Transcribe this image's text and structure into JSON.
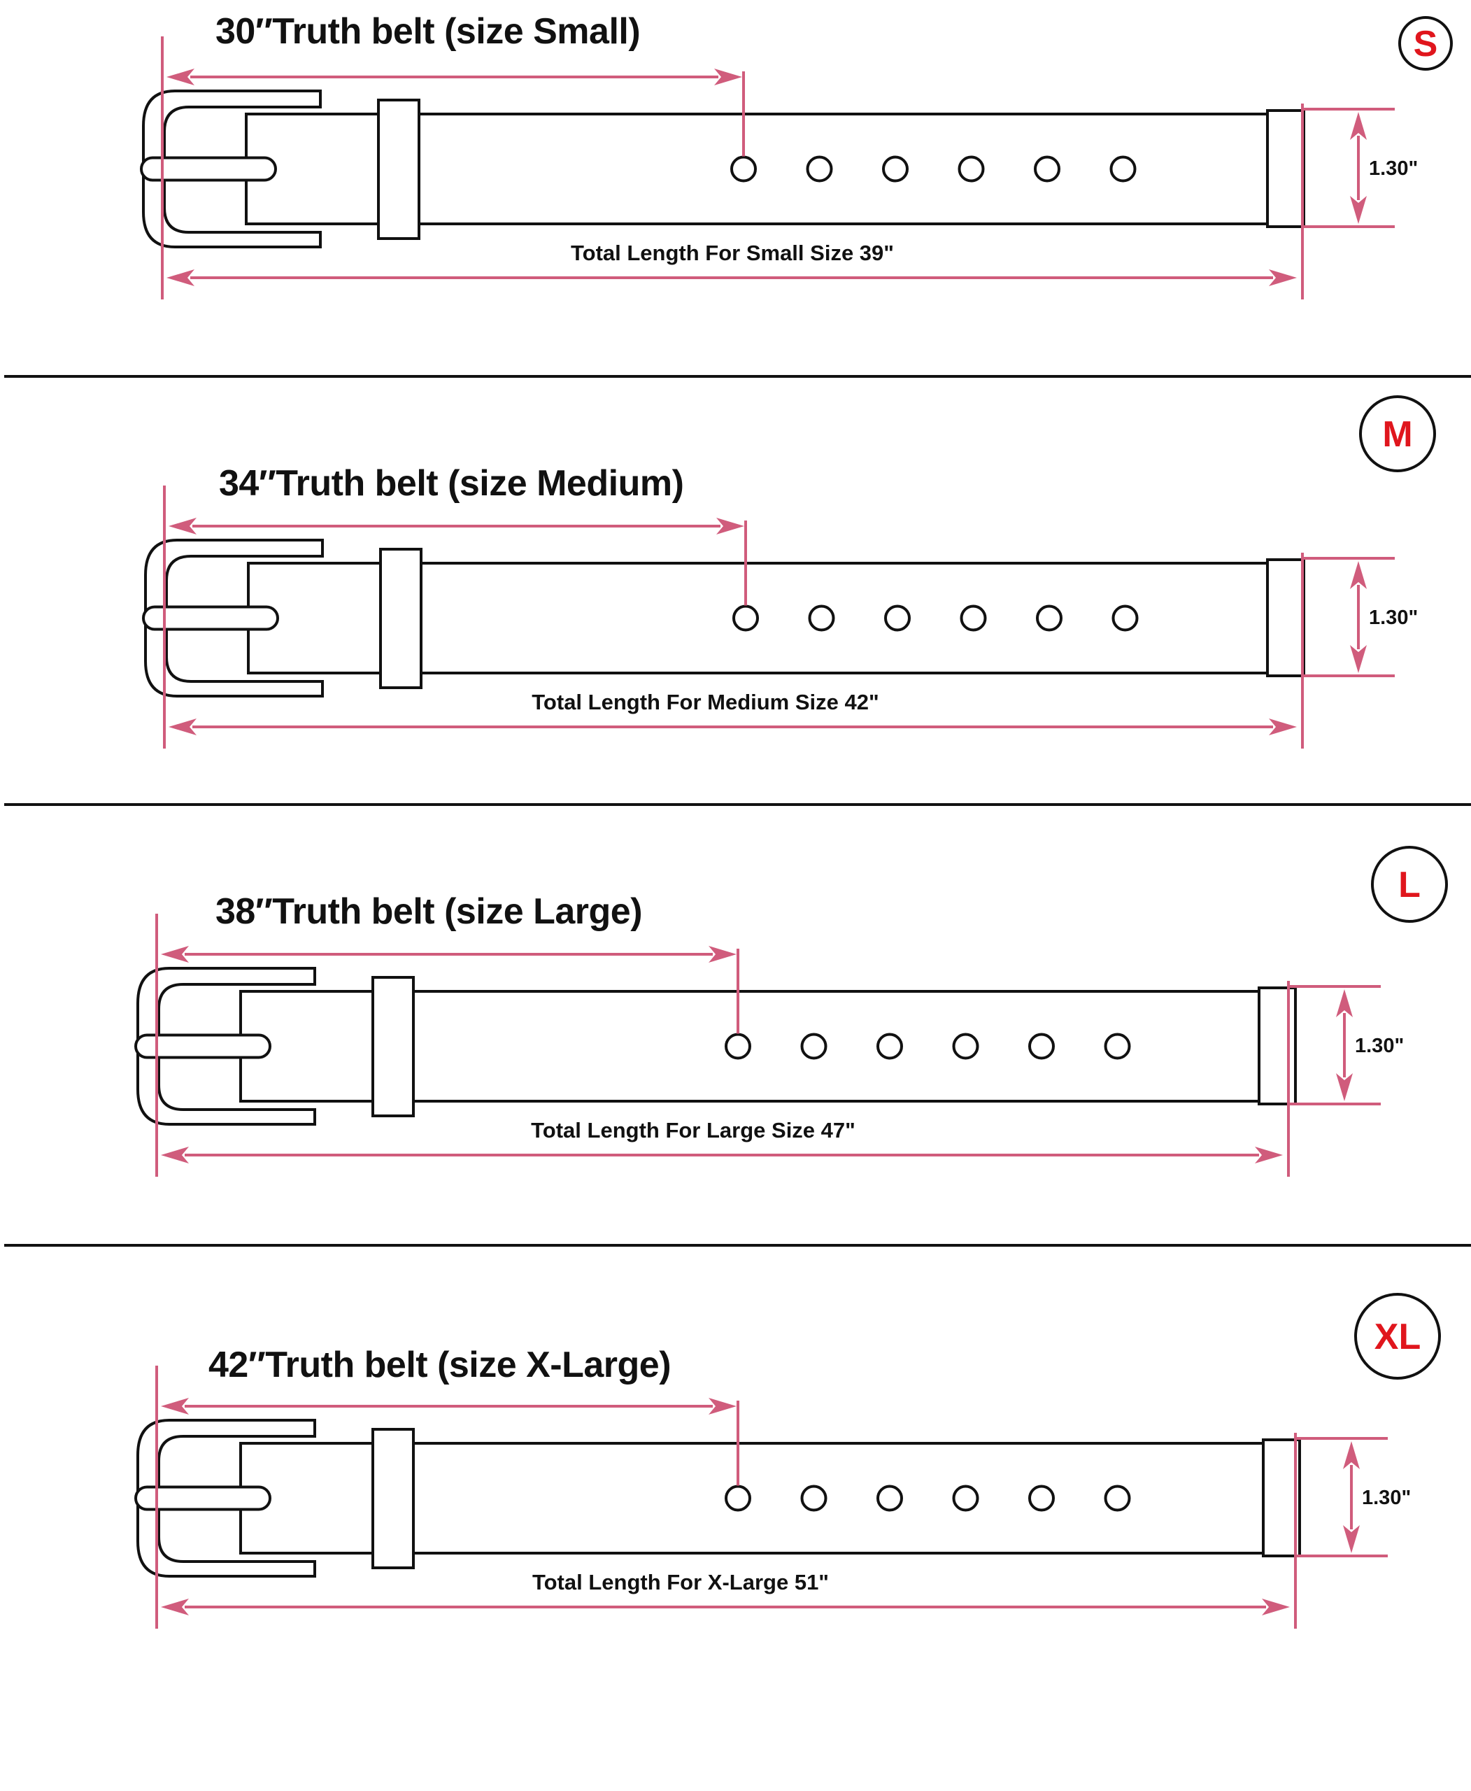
{
  "colors": {
    "line": "#111111",
    "measure": "#d05c7c",
    "badge_letter": "#e0161d",
    "background": "#ffffff"
  },
  "icons": {
    "belt": "belt-outline",
    "arrow": "double-headed-arrow",
    "badge": "size-circle-badge"
  },
  "sections": [
    {
      "id": "small",
      "title": "30″Truth belt (size Small)",
      "badge": "S",
      "total_length": "Total Length For Small Size  39\"",
      "width": "1.30\"",
      "holes": 6
    },
    {
      "id": "medium",
      "title": "34″Truth belt (size Medium)",
      "badge": "M",
      "total_length": "Total Length For Medium Size 42\"",
      "width": "1.30\"",
      "holes": 6
    },
    {
      "id": "large",
      "title": "38″Truth belt (size Large)",
      "badge": "L",
      "total_length": "Total Length For Large Size 47\"",
      "width": "1.30\"",
      "holes": 6
    },
    {
      "id": "x-large",
      "title": "42″Truth belt (size X-Large)",
      "badge": "XL",
      "total_length": "Total Length For X-Large 51\"",
      "width": "1.30\"",
      "holes": 6
    }
  ]
}
